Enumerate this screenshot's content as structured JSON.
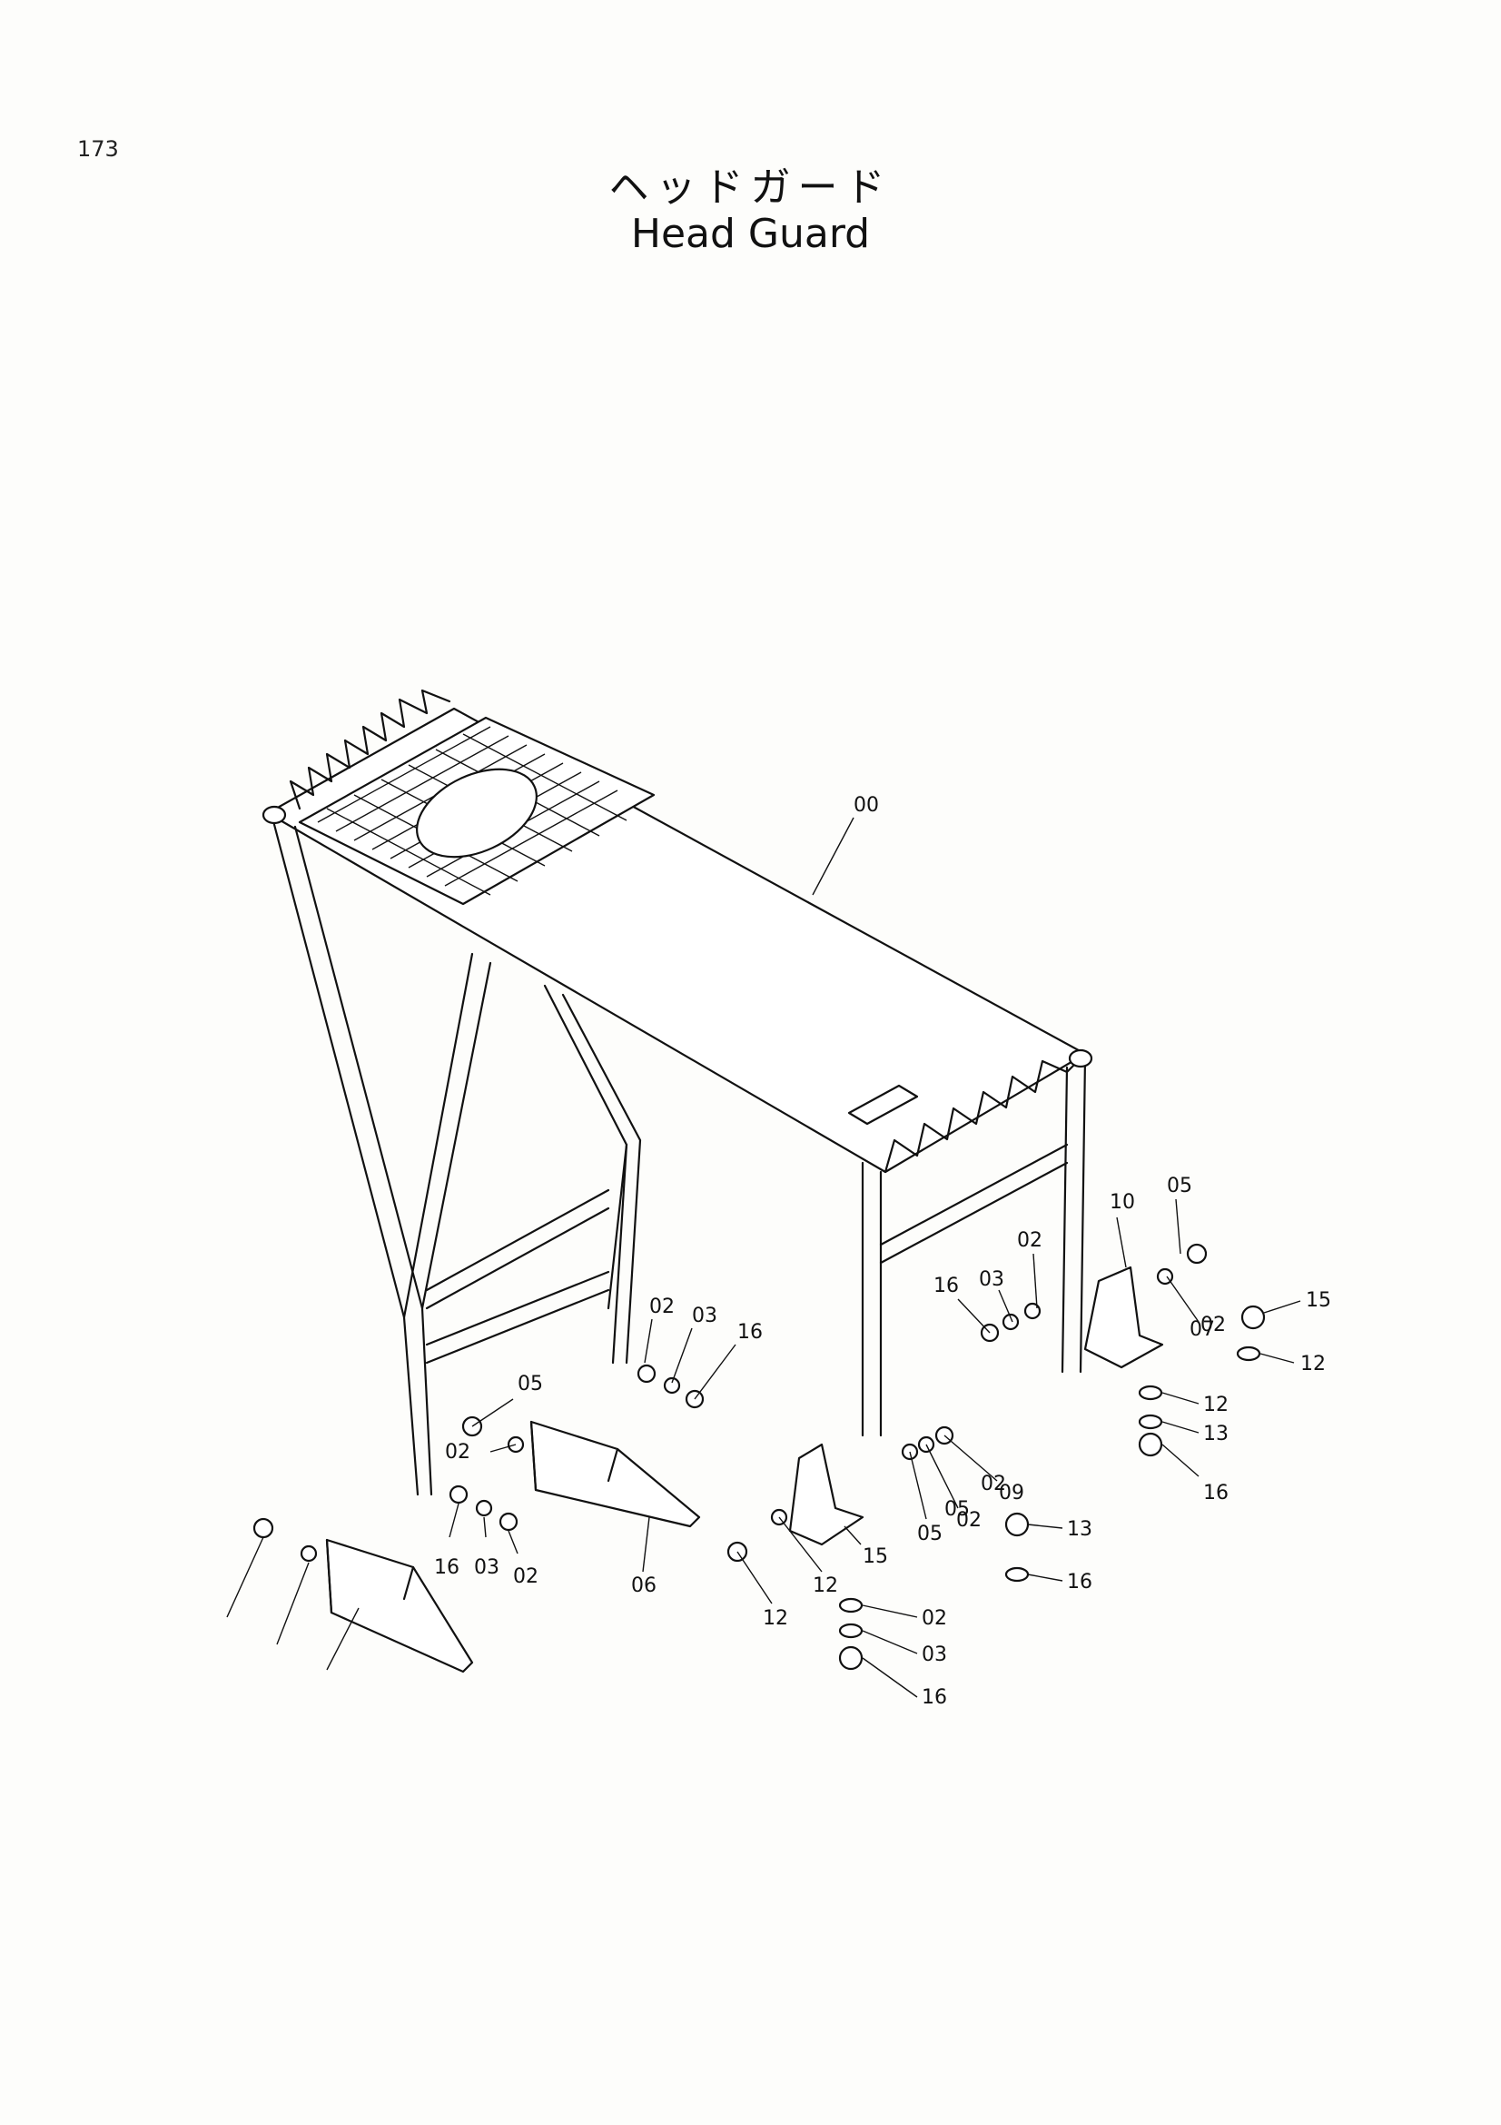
{
  "page": {
    "number": "173",
    "title_jp": "ヘッドガード",
    "title_en": "Head Guard"
  },
  "callouts": [
    {
      "id": "c-00",
      "label": "00"
    },
    {
      "id": "c-10",
      "label": "10"
    },
    {
      "id": "c-05a",
      "label": "05"
    },
    {
      "id": "c-02a",
      "label": "02"
    },
    {
      "id": "c-03a",
      "label": "03"
    },
    {
      "id": "c-16a",
      "label": "16"
    },
    {
      "id": "c-02b",
      "label": "02"
    },
    {
      "id": "c-15a",
      "label": "15"
    },
    {
      "id": "c-12a",
      "label": "12"
    },
    {
      "id": "c-12b",
      "label": "12"
    },
    {
      "id": "c-13a",
      "label": "13"
    },
    {
      "id": "c-16b",
      "label": "16"
    },
    {
      "id": "c-02c",
      "label": "02"
    },
    {
      "id": "c-03b",
      "label": "03"
    },
    {
      "id": "c-16c",
      "label": "16"
    },
    {
      "id": "c-05b",
      "label": "05"
    },
    {
      "id": "c-02d",
      "label": "02"
    },
    {
      "id": "c-16d",
      "label": "16"
    },
    {
      "id": "c-03c",
      "label": "03"
    },
    {
      "id": "c-02e",
      "label": "02"
    },
    {
      "id": "c-09",
      "label": "09"
    },
    {
      "id": "c-02f",
      "label": "02"
    },
    {
      "id": "c-05c",
      "label": "05"
    },
    {
      "id": "c-15b",
      "label": "15"
    },
    {
      "id": "c-12c",
      "label": "12"
    },
    {
      "id": "c-12d",
      "label": "12"
    },
    {
      "id": "c-13b",
      "label": "13"
    },
    {
      "id": "c-16e",
      "label": "16"
    },
    {
      "id": "c-02g",
      "label": "02"
    },
    {
      "id": "c-03d",
      "label": "03"
    },
    {
      "id": "c-16f",
      "label": "16"
    },
    {
      "id": "c-07",
      "label": "07"
    },
    {
      "id": "c-05d",
      "label": "05"
    },
    {
      "id": "c-02h",
      "label": "02"
    },
    {
      "id": "c-06",
      "label": "06"
    }
  ]
}
